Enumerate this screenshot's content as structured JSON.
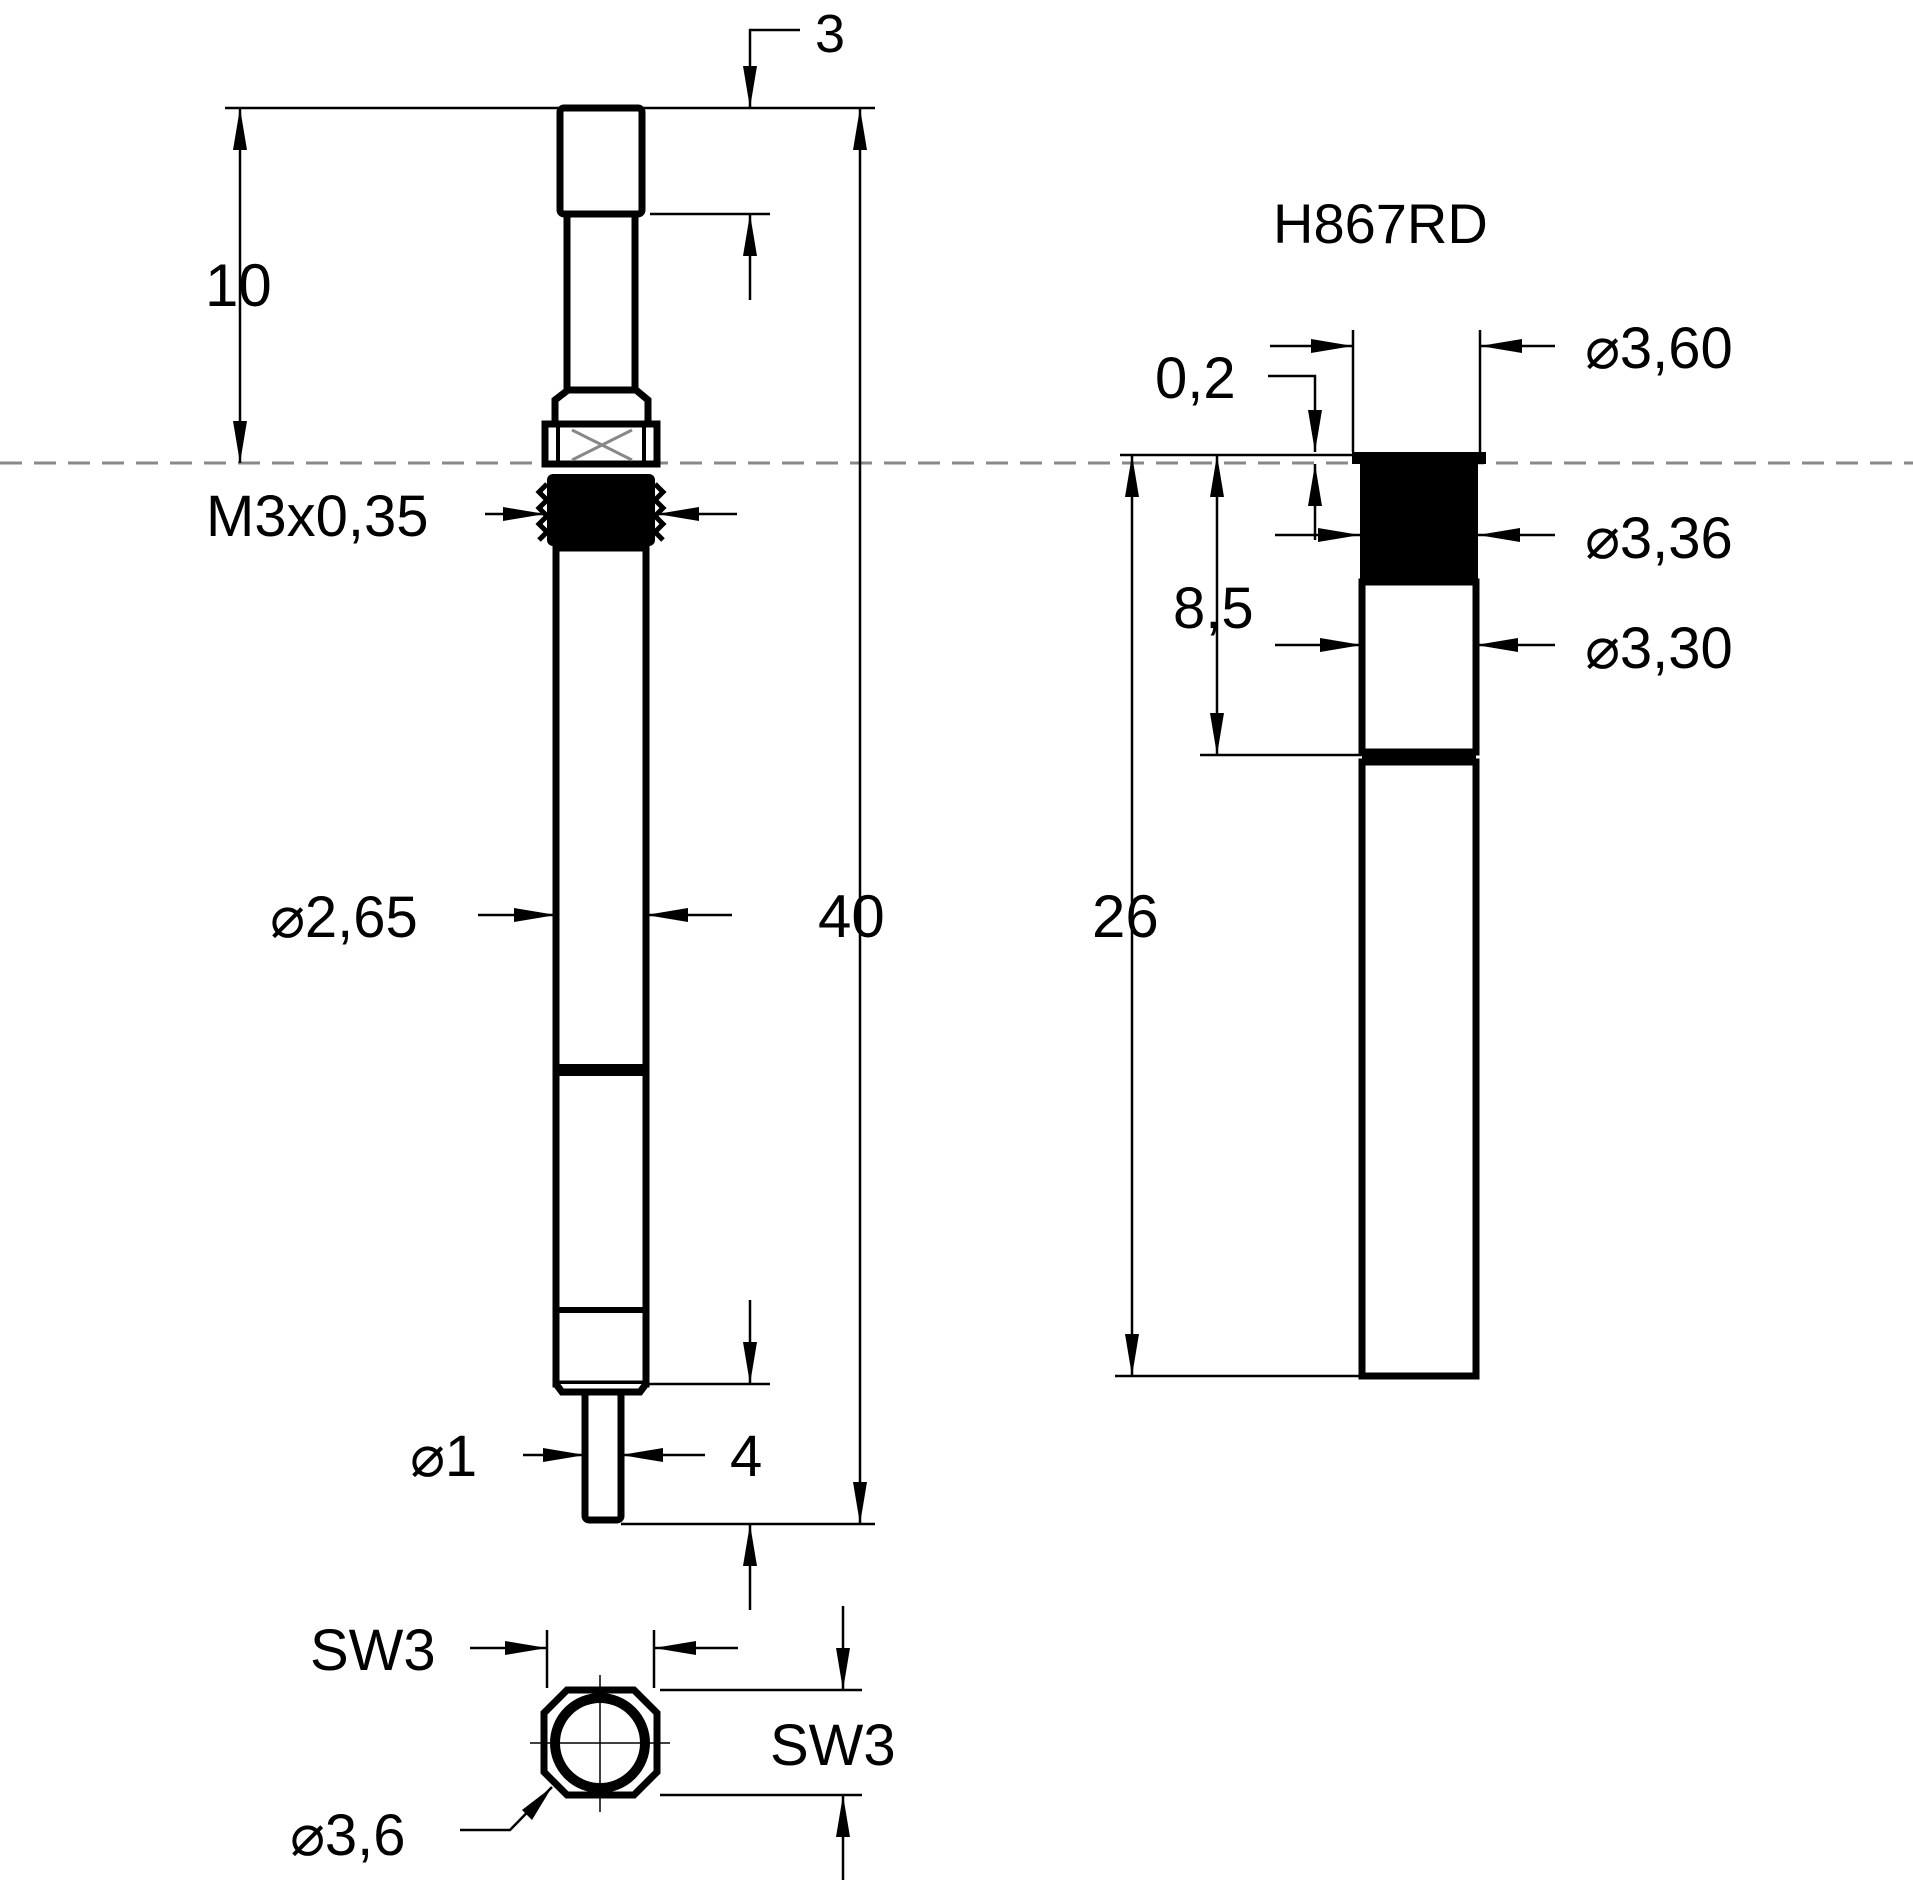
{
  "title": "H867RD",
  "dims": {
    "left": {
      "tip_len": "3",
      "head_len": "10",
      "total_len": "40",
      "thread": "M3x0,35",
      "body_dia": "2,65",
      "pin_dia": "1",
      "pin_len": "4",
      "sw_top": "SW3",
      "sw_side": "SW3",
      "hex_dia": "3,6"
    },
    "right": {
      "flange_dia": "3,60",
      "flange_thk": "0,2",
      "knurl_dia": "3,36",
      "shank_dia": "3,30",
      "knurl_len": "8,5",
      "total_len": "26"
    }
  },
  "diameter_symbol": "⌀",
  "colors": {
    "line": "#000000",
    "centerline": "#888888",
    "background": "#ffffff"
  }
}
